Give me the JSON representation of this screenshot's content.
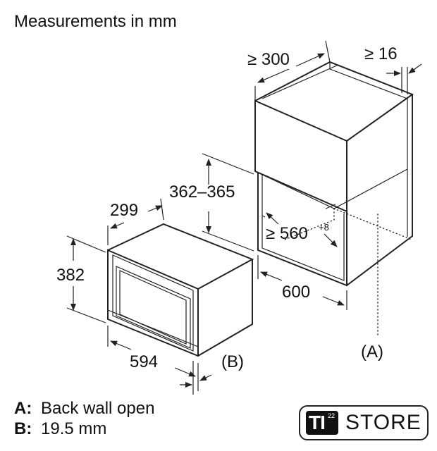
{
  "title": "Measurements in mm",
  "dimensions": {
    "niche_depth": "≥ 300",
    "niche_gap": "≥ 16",
    "niche_height": "362–365",
    "niche_width_main": "≥ 560",
    "niche_width_tol": "+8",
    "cabinet_width": "600",
    "appliance_depth": "299",
    "appliance_height": "382",
    "appliance_width": "594"
  },
  "callouts": {
    "a_label": "(A)",
    "b_label": "(B)"
  },
  "legend": {
    "a_key": "A:",
    "a_text": "Back wall open",
    "b_key": "B:",
    "b_text": "19.5 mm"
  },
  "badge": {
    "logo_text": "TI",
    "logo_sup": "22",
    "store_text": "STORE"
  }
}
